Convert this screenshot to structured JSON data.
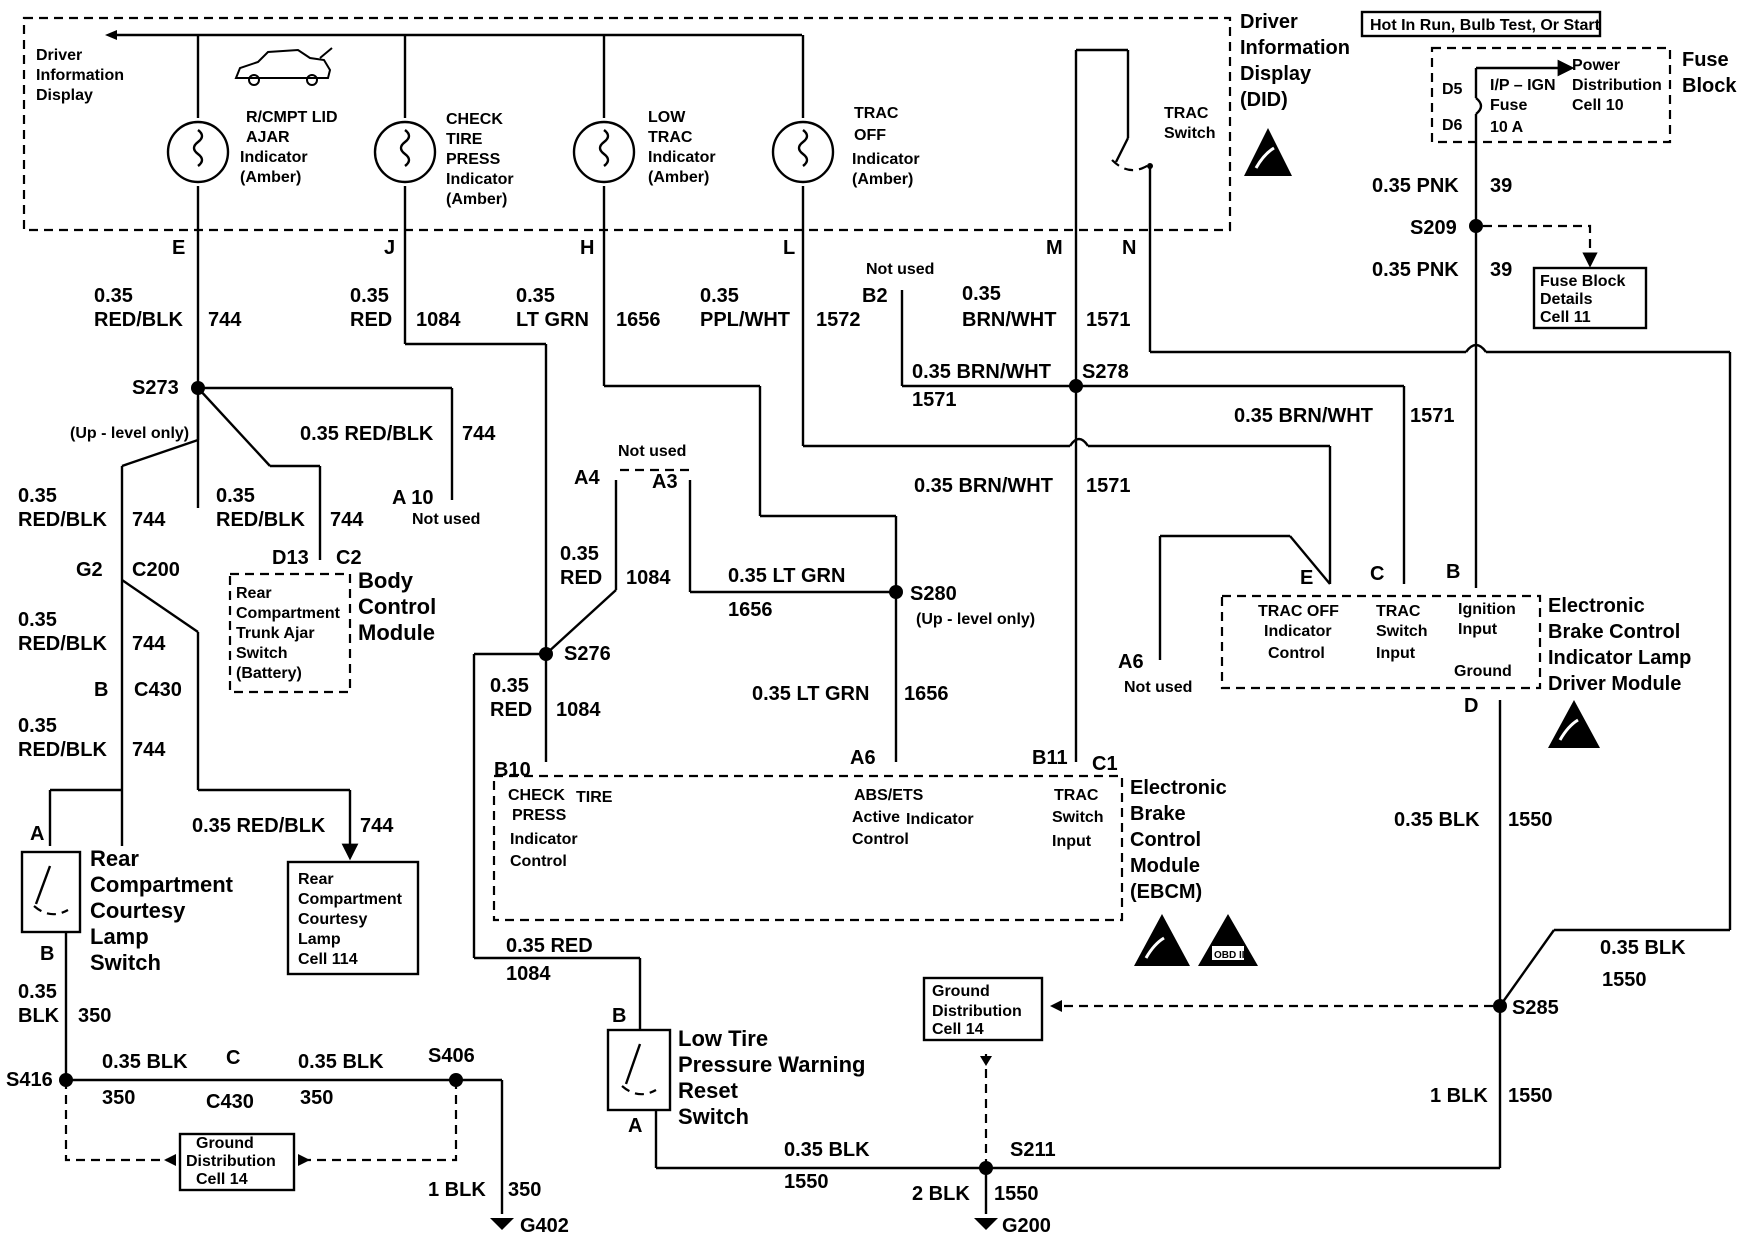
{
  "did": {
    "title": [
      "Driver",
      "Information",
      "Display",
      "(DID)"
    ],
    "inner": [
      "Driver",
      "Information",
      "Display"
    ],
    "indicators": [
      {
        "lines": [
          "R/CMPT LID",
          "AJAR",
          "Indicator",
          "(Amber)"
        ],
        "pin": "E"
      },
      {
        "lines": [
          "CHECK",
          "TIRE",
          "PRESS",
          "Indicator",
          "(Amber)"
        ],
        "pin": "J"
      },
      {
        "lines": [
          "LOW",
          "TRAC",
          "Indicator",
          "(Amber)"
        ],
        "pin": "H"
      },
      {
        "lines": [
          "TRAC",
          "OFF",
          "Indicator",
          "(Amber)"
        ],
        "pin": "L"
      }
    ],
    "trac_switch": [
      "TRAC",
      "Switch"
    ],
    "pins_mn": [
      "M",
      "N"
    ]
  },
  "fuse": {
    "hot_label": "Hot In Run, Bulb Test, Or Start",
    "block": [
      "Fuse",
      "Block"
    ],
    "pd": [
      "Power",
      "Distribution",
      "Cell 10"
    ],
    "d5": "D5",
    "d6": "D6",
    "ip": "I/P – IGN",
    "fuse": "Fuse",
    "amp": "10 A",
    "wire1": "0.35 PNK",
    "circ1": "39",
    "splice": "S209",
    "wire2": "0.35 PNK",
    "circ2": "39",
    "details": [
      "Fuse Block",
      "Details",
      "Cell 11"
    ]
  },
  "wires": {
    "w744_top": [
      "0.35",
      "RED/BLK",
      "744"
    ],
    "w1084_top": [
      "0.35",
      "RED",
      "1084"
    ],
    "w1656_top": [
      "0.35",
      "LT GRN",
      "1656"
    ],
    "w1572": [
      "0.35",
      "PPL/WHT",
      "1572"
    ],
    "b2_not_used": "Not used",
    "b2": "B2",
    "w1571_top": [
      "0.35",
      "BRN/WHT",
      "1571"
    ],
    "w1571_s278": [
      "0.35 BRN/WHT",
      "S278",
      "1571"
    ],
    "s273": "S273",
    "up_level": "(Up - level only)",
    "w744_a10": [
      "0.35 RED/BLK",
      "744"
    ],
    "a10": "A 10",
    "a10_not_used": "Not used",
    "w744_left": [
      "0.35",
      "RED/BLK",
      "744"
    ],
    "w744_mid": [
      "0.35",
      "RED/BLK",
      "744"
    ],
    "d13": "D13",
    "c2": "C2",
    "g2": "G2",
    "c200": "C200",
    "w744_c430": [
      "0.35",
      "RED/BLK",
      "744"
    ],
    "b": "B",
    "c430": "C430",
    "w744_lower": [
      "0.35",
      "RED/BLK",
      "744"
    ],
    "w744_courtesy": [
      "0.35 RED/BLK",
      "744"
    ],
    "a4_not_used": "Not used",
    "a4": "A4",
    "a3": "A3",
    "w1084_mid": [
      "0.35",
      "RED",
      "1084"
    ],
    "w1656_mid": [
      "0.35 LT GRN",
      "1656"
    ],
    "s280": "S280",
    "s280_up": "(Up - level only)",
    "s276": "S276",
    "w1084_low": [
      "0.35",
      "RED",
      "1084"
    ],
    "w1656_low": [
      "0.35 LT GRN",
      "1656"
    ],
    "w1571_right": [
      "0.35 BRN/WHT",
      "1571"
    ],
    "w1571_mid": [
      "0.35 BRN/WHT",
      "1571"
    ],
    "w1084_bottom": [
      "0.35 RED",
      "1084"
    ],
    "w350": [
      "0.35",
      "BLK",
      "350"
    ],
    "s416": "S416",
    "w350_a": [
      "0.35 BLK",
      "350"
    ],
    "c": "C",
    "c430b": "C430",
    "w350_b": [
      "0.35 BLK",
      "350"
    ],
    "s406": "S406",
    "w350_g": [
      "1 BLK",
      "350"
    ],
    "g402": "G402",
    "w1550_a": [
      "0.35 BLK",
      "1550"
    ],
    "s211": "S211",
    "w1550_g": [
      "2 BLK",
      "1550"
    ],
    "g200": "G200",
    "w1550_d": [
      "0.35 BLK",
      "1550"
    ],
    "w1550_right": [
      "0.35 BLK",
      "1550"
    ],
    "s285": "S285",
    "w1550_s285": [
      "1 BLK",
      "1550"
    ],
    "a6_not_used": "Not used",
    "a6": "A6"
  },
  "bcm": {
    "title": [
      "Body",
      "Control",
      "Module"
    ],
    "inner": [
      "Rear",
      "Compartment",
      "Trunk Ajar",
      "Switch",
      "(Battery)"
    ]
  },
  "ebcm": {
    "title": [
      "Electronic",
      "Brake",
      "Control",
      "Module",
      "(EBCM)"
    ],
    "check1": "CHECK",
    "tire": "TIRE",
    "check2": [
      "PRESS",
      "Indicator",
      "Control"
    ],
    "abs": [
      "ABS/ETS",
      "Active",
      "Control"
    ],
    "indicator": "Indicator",
    "trac": [
      "TRAC",
      "Switch",
      "Input"
    ],
    "pins": [
      "B10",
      "A6",
      "B11",
      "C1"
    ],
    "obd": "OBD II"
  },
  "ebcl": {
    "title": [
      "Electronic",
      "Brake Control",
      "Indicator Lamp",
      "Driver Module"
    ],
    "pins": [
      "E",
      "C",
      "B",
      "D"
    ],
    "col1": [
      "TRAC OFF",
      "Indicator",
      "Control"
    ],
    "col2": [
      "TRAC",
      "Switch",
      "Input"
    ],
    "col3": [
      "Ignition",
      "Input"
    ],
    "ground": "Ground"
  },
  "rear_switch": {
    "title": [
      "Rear",
      "Compartment",
      "Courtesy",
      "Lamp",
      "Switch"
    ],
    "a": "A",
    "b": "B"
  },
  "courtesy_lamp": [
    "Rear",
    "Compartment",
    "Courtesy",
    "Lamp",
    "Cell 114"
  ],
  "ltpw": {
    "title": [
      "Low Tire",
      "Pressure Warning",
      "Reset",
      "Switch"
    ],
    "b": "B",
    "a": "A"
  },
  "ground_dist_a": [
    "Ground",
    "Distribution",
    "Cell 14"
  ],
  "ground_dist_b": [
    "Ground",
    "Distribution",
    "Cell 14"
  ]
}
